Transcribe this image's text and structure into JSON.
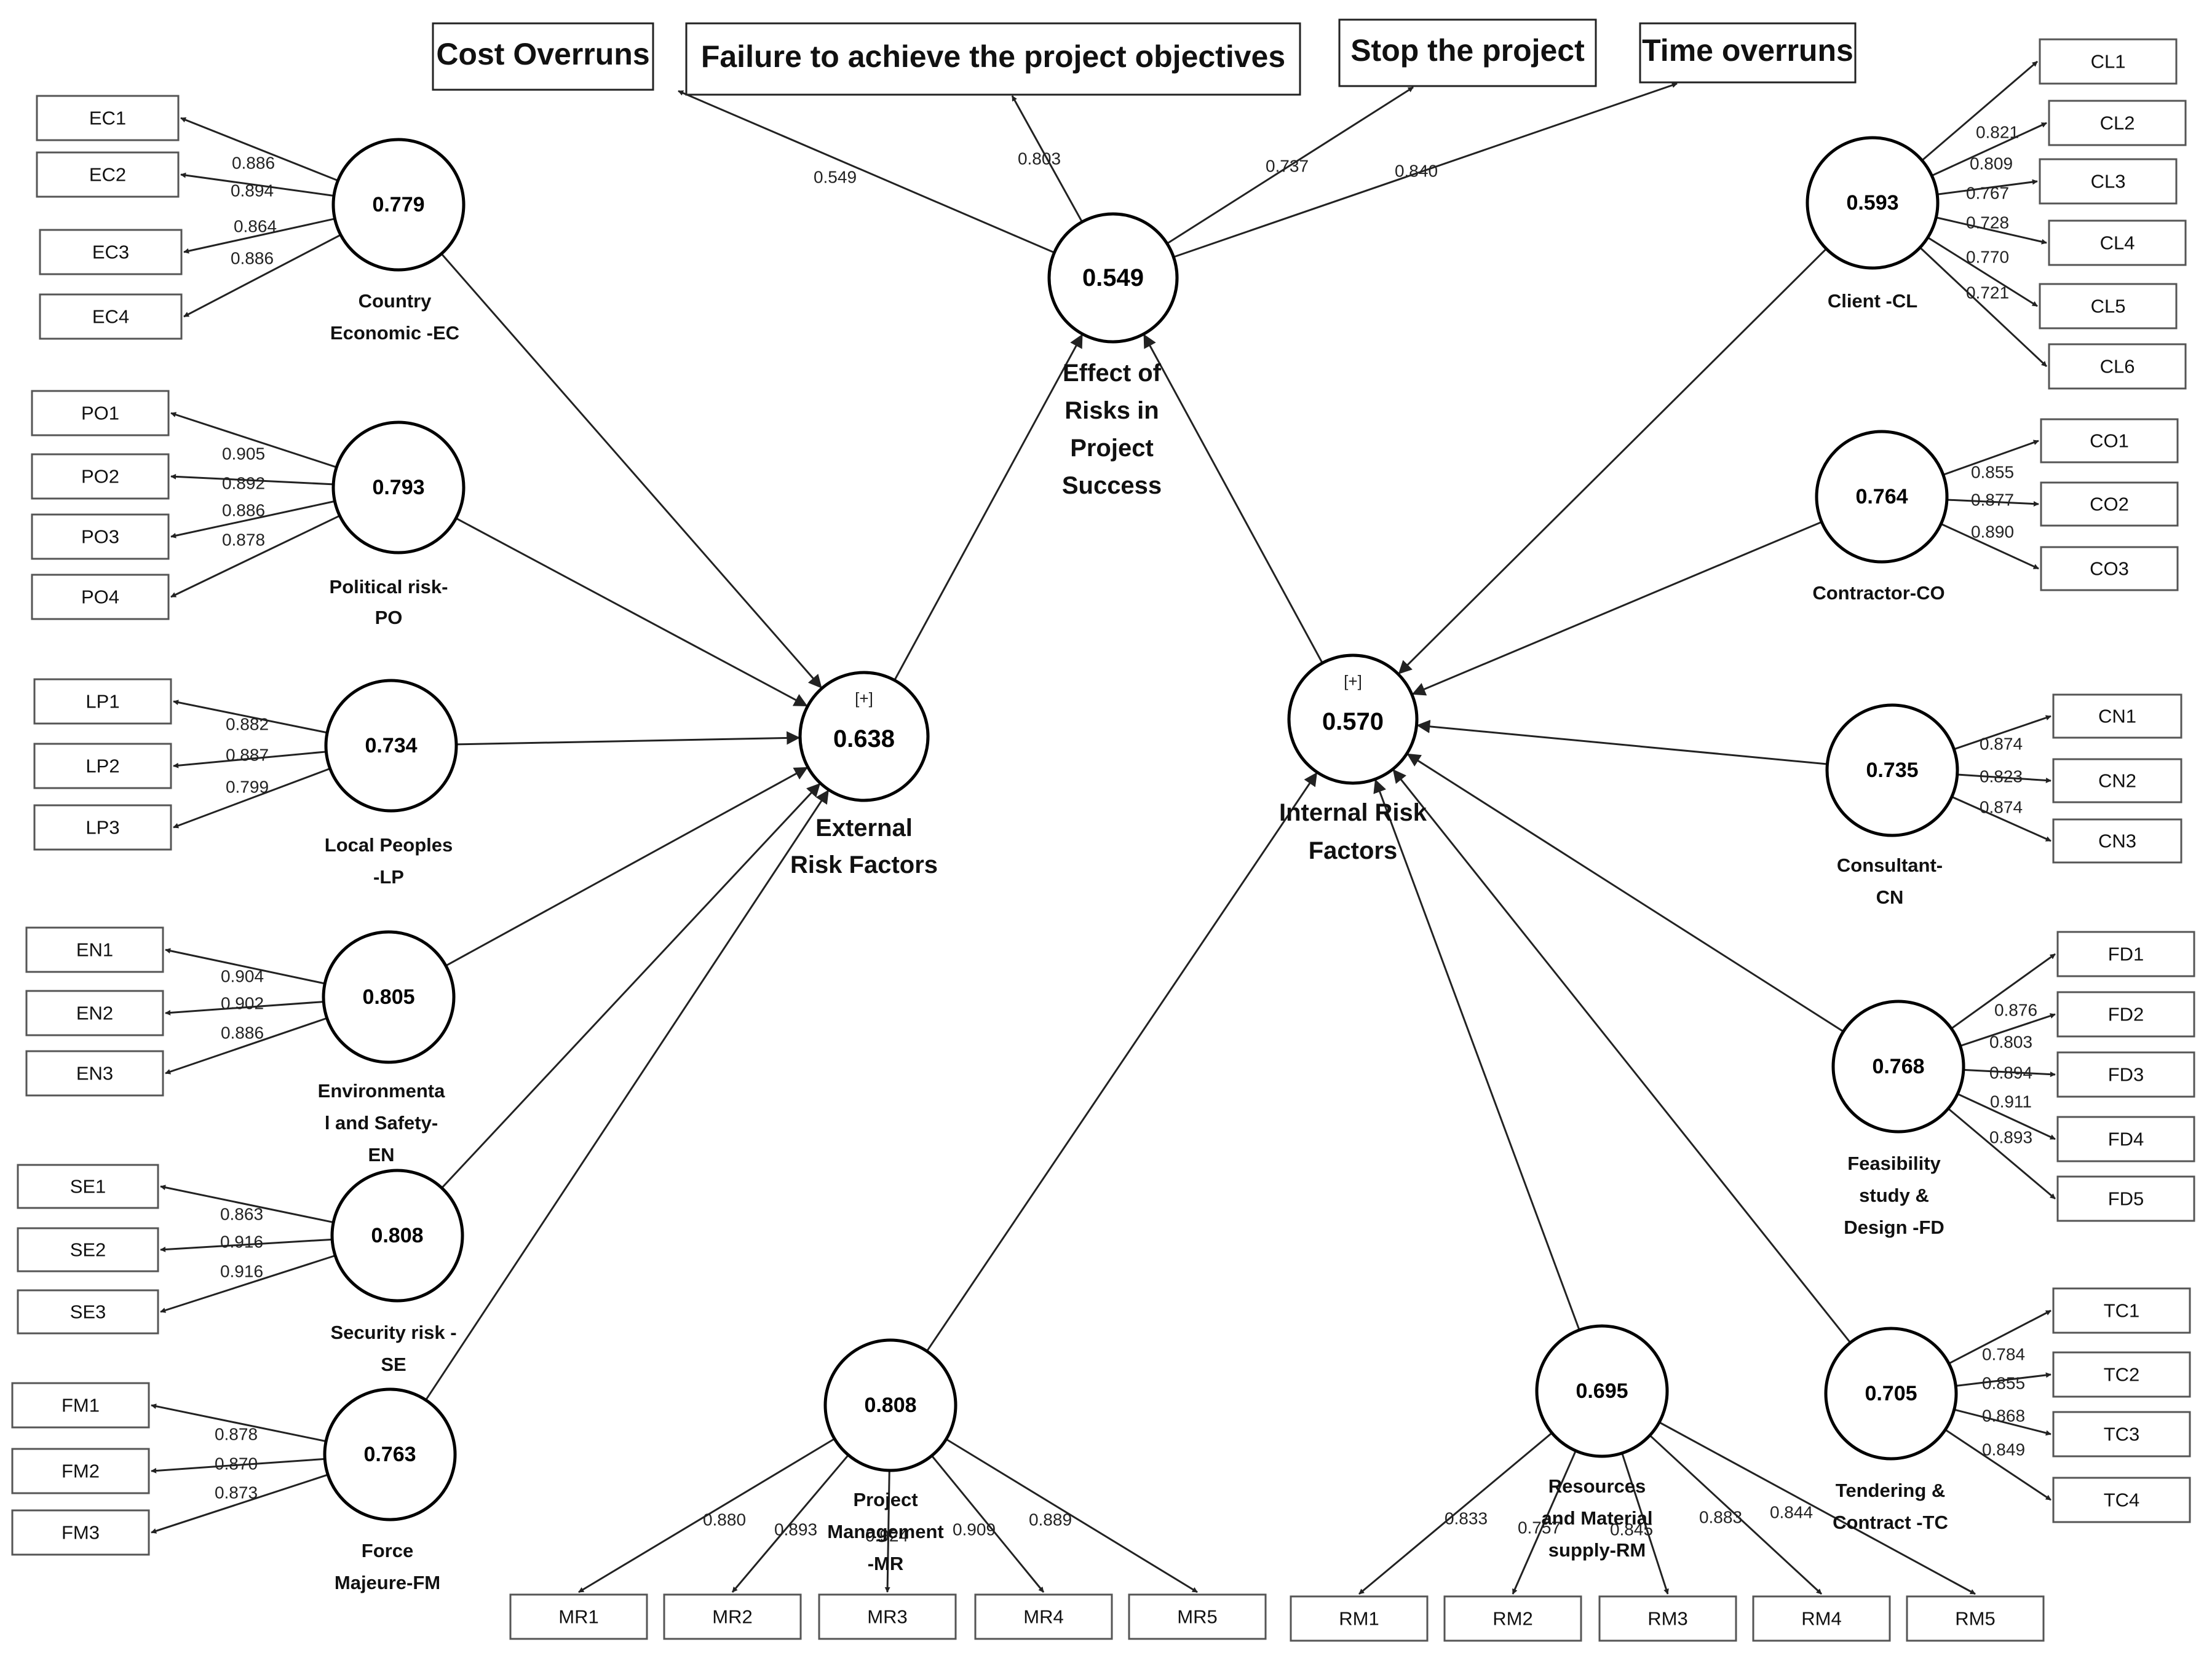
{
  "diagram": {
    "latents": [
      {
        "id": "EC",
        "value": "0.779",
        "label": [
          "Country",
          "Economic -EC"
        ]
      },
      {
        "id": "PO",
        "value": "0.793",
        "label": [
          "Political risk-",
          "PO"
        ]
      },
      {
        "id": "LP",
        "value": "0.734",
        "label": [
          "Local Peoples",
          "-LP"
        ]
      },
      {
        "id": "EN",
        "value": "0.805",
        "label": [
          "Environmenta",
          "l and Safety-",
          "EN"
        ]
      },
      {
        "id": "SE",
        "value": "0.808",
        "label": [
          "Security risk -",
          "SE"
        ]
      },
      {
        "id": "FM",
        "value": "0.763",
        "label": [
          "Force",
          "Majeure-FM"
        ]
      },
      {
        "id": "EXT",
        "value": "0.638",
        "tag": "[+]",
        "label": [
          "External",
          "Risk Factors"
        ]
      },
      {
        "id": "INT",
        "value": "0.570",
        "tag": "[+]",
        "label": [
          "Internal Risk",
          "Factors"
        ]
      },
      {
        "id": "EFF",
        "value": "0.549",
        "label": [
          "Effect of",
          "Risks in",
          "Project",
          "Success"
        ]
      },
      {
        "id": "CL",
        "value": "0.593",
        "label": [
          "Client -CL"
        ]
      },
      {
        "id": "CO",
        "value": "0.764",
        "label": [
          "Contractor-CO"
        ]
      },
      {
        "id": "CN",
        "value": "0.735",
        "label": [
          "Consultant-",
          "CN"
        ]
      },
      {
        "id": "FD",
        "value": "0.768",
        "label": [
          "Feasibility",
          "study &",
          "Design -FD"
        ]
      },
      {
        "id": "TC",
        "value": "0.705",
        "label": [
          "Tendering &",
          "Contract -TC"
        ]
      },
      {
        "id": "MR",
        "value": "0.808",
        "label": [
          "Project",
          "Management",
          "-MR"
        ]
      },
      {
        "id": "RM",
        "value": "0.695",
        "label": [
          "Resources",
          "and Material",
          "supply-RM"
        ]
      }
    ],
    "indicators": [
      {
        "latent": "EC",
        "items": [
          {
            "name": "EC1",
            "loading": "0.886"
          },
          {
            "name": "EC2",
            "loading": "0.894"
          },
          {
            "name": "EC3",
            "loading": "0.864"
          },
          {
            "name": "EC4",
            "loading": "0.886"
          }
        ]
      },
      {
        "latent": "PO",
        "items": [
          {
            "name": "PO1",
            "loading": "0.905"
          },
          {
            "name": "PO2",
            "loading": "0.892"
          },
          {
            "name": "PO3",
            "loading": "0.886"
          },
          {
            "name": "PO4",
            "loading": "0.878"
          }
        ]
      },
      {
        "latent": "LP",
        "items": [
          {
            "name": "LP1",
            "loading": "0.882"
          },
          {
            "name": "LP2",
            "loading": "0.887"
          },
          {
            "name": "LP3",
            "loading": "0.799"
          }
        ]
      },
      {
        "latent": "EN",
        "items": [
          {
            "name": "EN1",
            "loading": "0.904"
          },
          {
            "name": "EN2",
            "loading": "0.902"
          },
          {
            "name": "EN3",
            "loading": "0.886"
          }
        ]
      },
      {
        "latent": "SE",
        "items": [
          {
            "name": "SE1",
            "loading": "0.863"
          },
          {
            "name": "SE2",
            "loading": "0.916"
          },
          {
            "name": "SE3",
            "loading": "0.916"
          }
        ]
      },
      {
        "latent": "FM",
        "items": [
          {
            "name": "FM1",
            "loading": "0.878"
          },
          {
            "name": "FM2",
            "loading": "0.870"
          },
          {
            "name": "FM3",
            "loading": "0.873"
          }
        ]
      },
      {
        "latent": "CL",
        "items": [
          {
            "name": "CL1",
            "loading": "0.821"
          },
          {
            "name": "CL2",
            "loading": "0.809"
          },
          {
            "name": "CL3",
            "loading": "0.767"
          },
          {
            "name": "CL4",
            "loading": "0.728"
          },
          {
            "name": "CL5",
            "loading": "0.770"
          },
          {
            "name": "CL6",
            "loading": "0.721"
          }
        ]
      },
      {
        "latent": "CO",
        "items": [
          {
            "name": "CO1",
            "loading": "0.855"
          },
          {
            "name": "CO2",
            "loading": "0.877"
          },
          {
            "name": "CO3",
            "loading": "0.890"
          }
        ]
      },
      {
        "latent": "CN",
        "items": [
          {
            "name": "CN1",
            "loading": "0.874"
          },
          {
            "name": "CN2",
            "loading": "0.823"
          },
          {
            "name": "CN3",
            "loading": "0.874"
          }
        ]
      },
      {
        "latent": "FD",
        "items": [
          {
            "name": "FD1",
            "loading": "0.876"
          },
          {
            "name": "FD2",
            "loading": "0.803"
          },
          {
            "name": "FD3",
            "loading": "0.894"
          },
          {
            "name": "FD4",
            "loading": "0.911"
          },
          {
            "name": "FD5",
            "loading": "0.893"
          }
        ]
      },
      {
        "latent": "TC",
        "items": [
          {
            "name": "TC1",
            "loading": "0.784"
          },
          {
            "name": "TC2",
            "loading": "0.855"
          },
          {
            "name": "TC3",
            "loading": "0.868"
          },
          {
            "name": "TC4",
            "loading": "0.849"
          }
        ]
      },
      {
        "latent": "MR",
        "items": [
          {
            "name": "MR1",
            "loading": "0.880"
          },
          {
            "name": "MR2",
            "loading": "0.893"
          },
          {
            "name": "MR3",
            "loading": "0.924"
          },
          {
            "name": "MR4",
            "loading": "0.909"
          },
          {
            "name": "MR5",
            "loading": "0.889"
          }
        ]
      },
      {
        "latent": "RM",
        "items": [
          {
            "name": "RM1",
            "loading": "0.833"
          },
          {
            "name": "RM2",
            "loading": "0.757"
          },
          {
            "name": "RM3",
            "loading": "0.845"
          },
          {
            "name": "RM4",
            "loading": "0.883"
          },
          {
            "name": "RM5",
            "loading": "0.844"
          }
        ]
      }
    ],
    "outcomes": [
      {
        "name": "Cost Overruns",
        "loading": "0.549"
      },
      {
        "name": "Failure to achieve the project objectives",
        "loading": "0.803"
      },
      {
        "name": "Stop the project",
        "loading": "0.737"
      },
      {
        "name": "Time overruns",
        "loading": "0.840"
      }
    ],
    "paths": [
      {
        "from": "EC",
        "to": "EXT"
      },
      {
        "from": "PO",
        "to": "EXT"
      },
      {
        "from": "LP",
        "to": "EXT"
      },
      {
        "from": "EN",
        "to": "EXT"
      },
      {
        "from": "SE",
        "to": "EXT"
      },
      {
        "from": "FM",
        "to": "EXT"
      },
      {
        "from": "CL",
        "to": "INT"
      },
      {
        "from": "CO",
        "to": "INT"
      },
      {
        "from": "CN",
        "to": "INT"
      },
      {
        "from": "FD",
        "to": "INT"
      },
      {
        "from": "TC",
        "to": "INT"
      },
      {
        "from": "MR",
        "to": "INT"
      },
      {
        "from": "RM",
        "to": "INT"
      },
      {
        "from": "EXT",
        "to": "EFF"
      },
      {
        "from": "INT",
        "to": "EFF"
      }
    ]
  }
}
